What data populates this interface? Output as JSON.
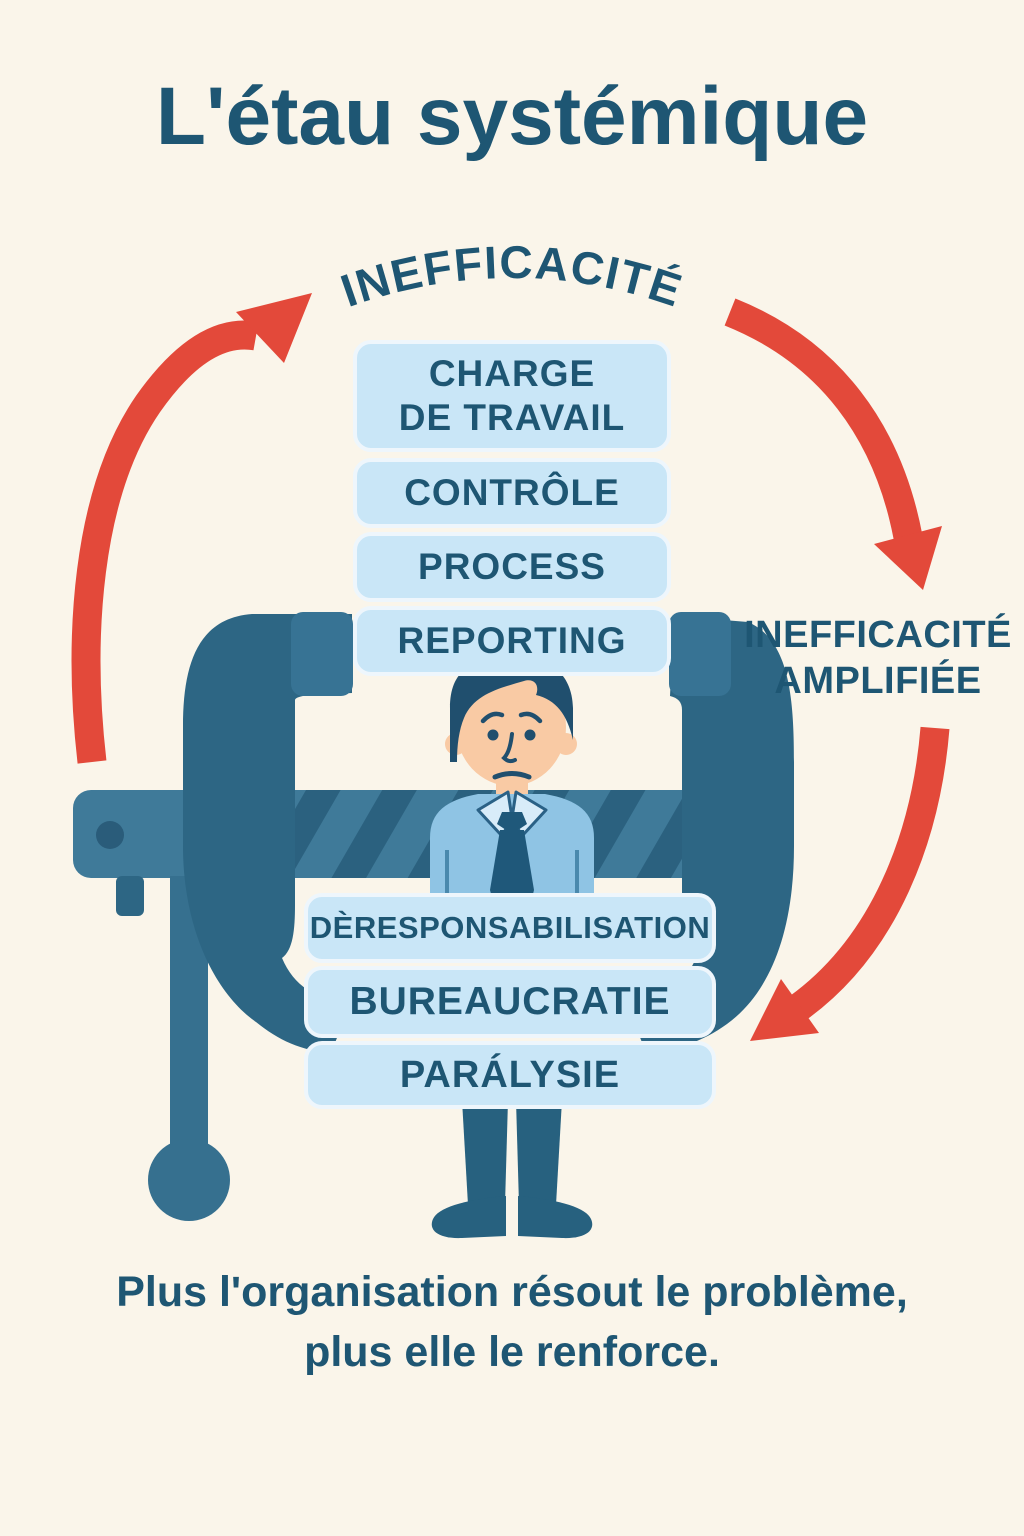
{
  "title": "L'étau systémique",
  "cycle": {
    "top_label": "INEFFICACITÉ",
    "right_label": [
      "INEFFICACITÉ",
      "AMPLIFIÉE"
    ]
  },
  "boxes": {
    "top": [
      "CHARGE\nDE TRAVAIL",
      "CONTRÔLE",
      "PROCESS",
      "REPORTING"
    ],
    "bottom": [
      "DÈRESPONSABILISATION",
      "BUREAUCRATIE",
      "PARÁLYSIE"
    ]
  },
  "caption": [
    "Plus l'organisation résout le problème,",
    "plus elle le renforce."
  ],
  "colors": {
    "background": "#faf5ea",
    "ink_blue": "#1e5673",
    "box_fill": "#c9e6f7",
    "arrow_red": "#e3493a",
    "vise_dark_teal": "#2d6684",
    "vise_light_teal": "#3f7a99",
    "vise_stripe": "#2b617f",
    "vise_pad": "#377394",
    "shirt_blue": "#8fc4e4",
    "collar_blue": "#d8ecf9",
    "tie_navy": "#1f587a",
    "trousers_navy": "#27617f",
    "skin": "#f9caa4",
    "hair_navy": "#204f6e"
  }
}
